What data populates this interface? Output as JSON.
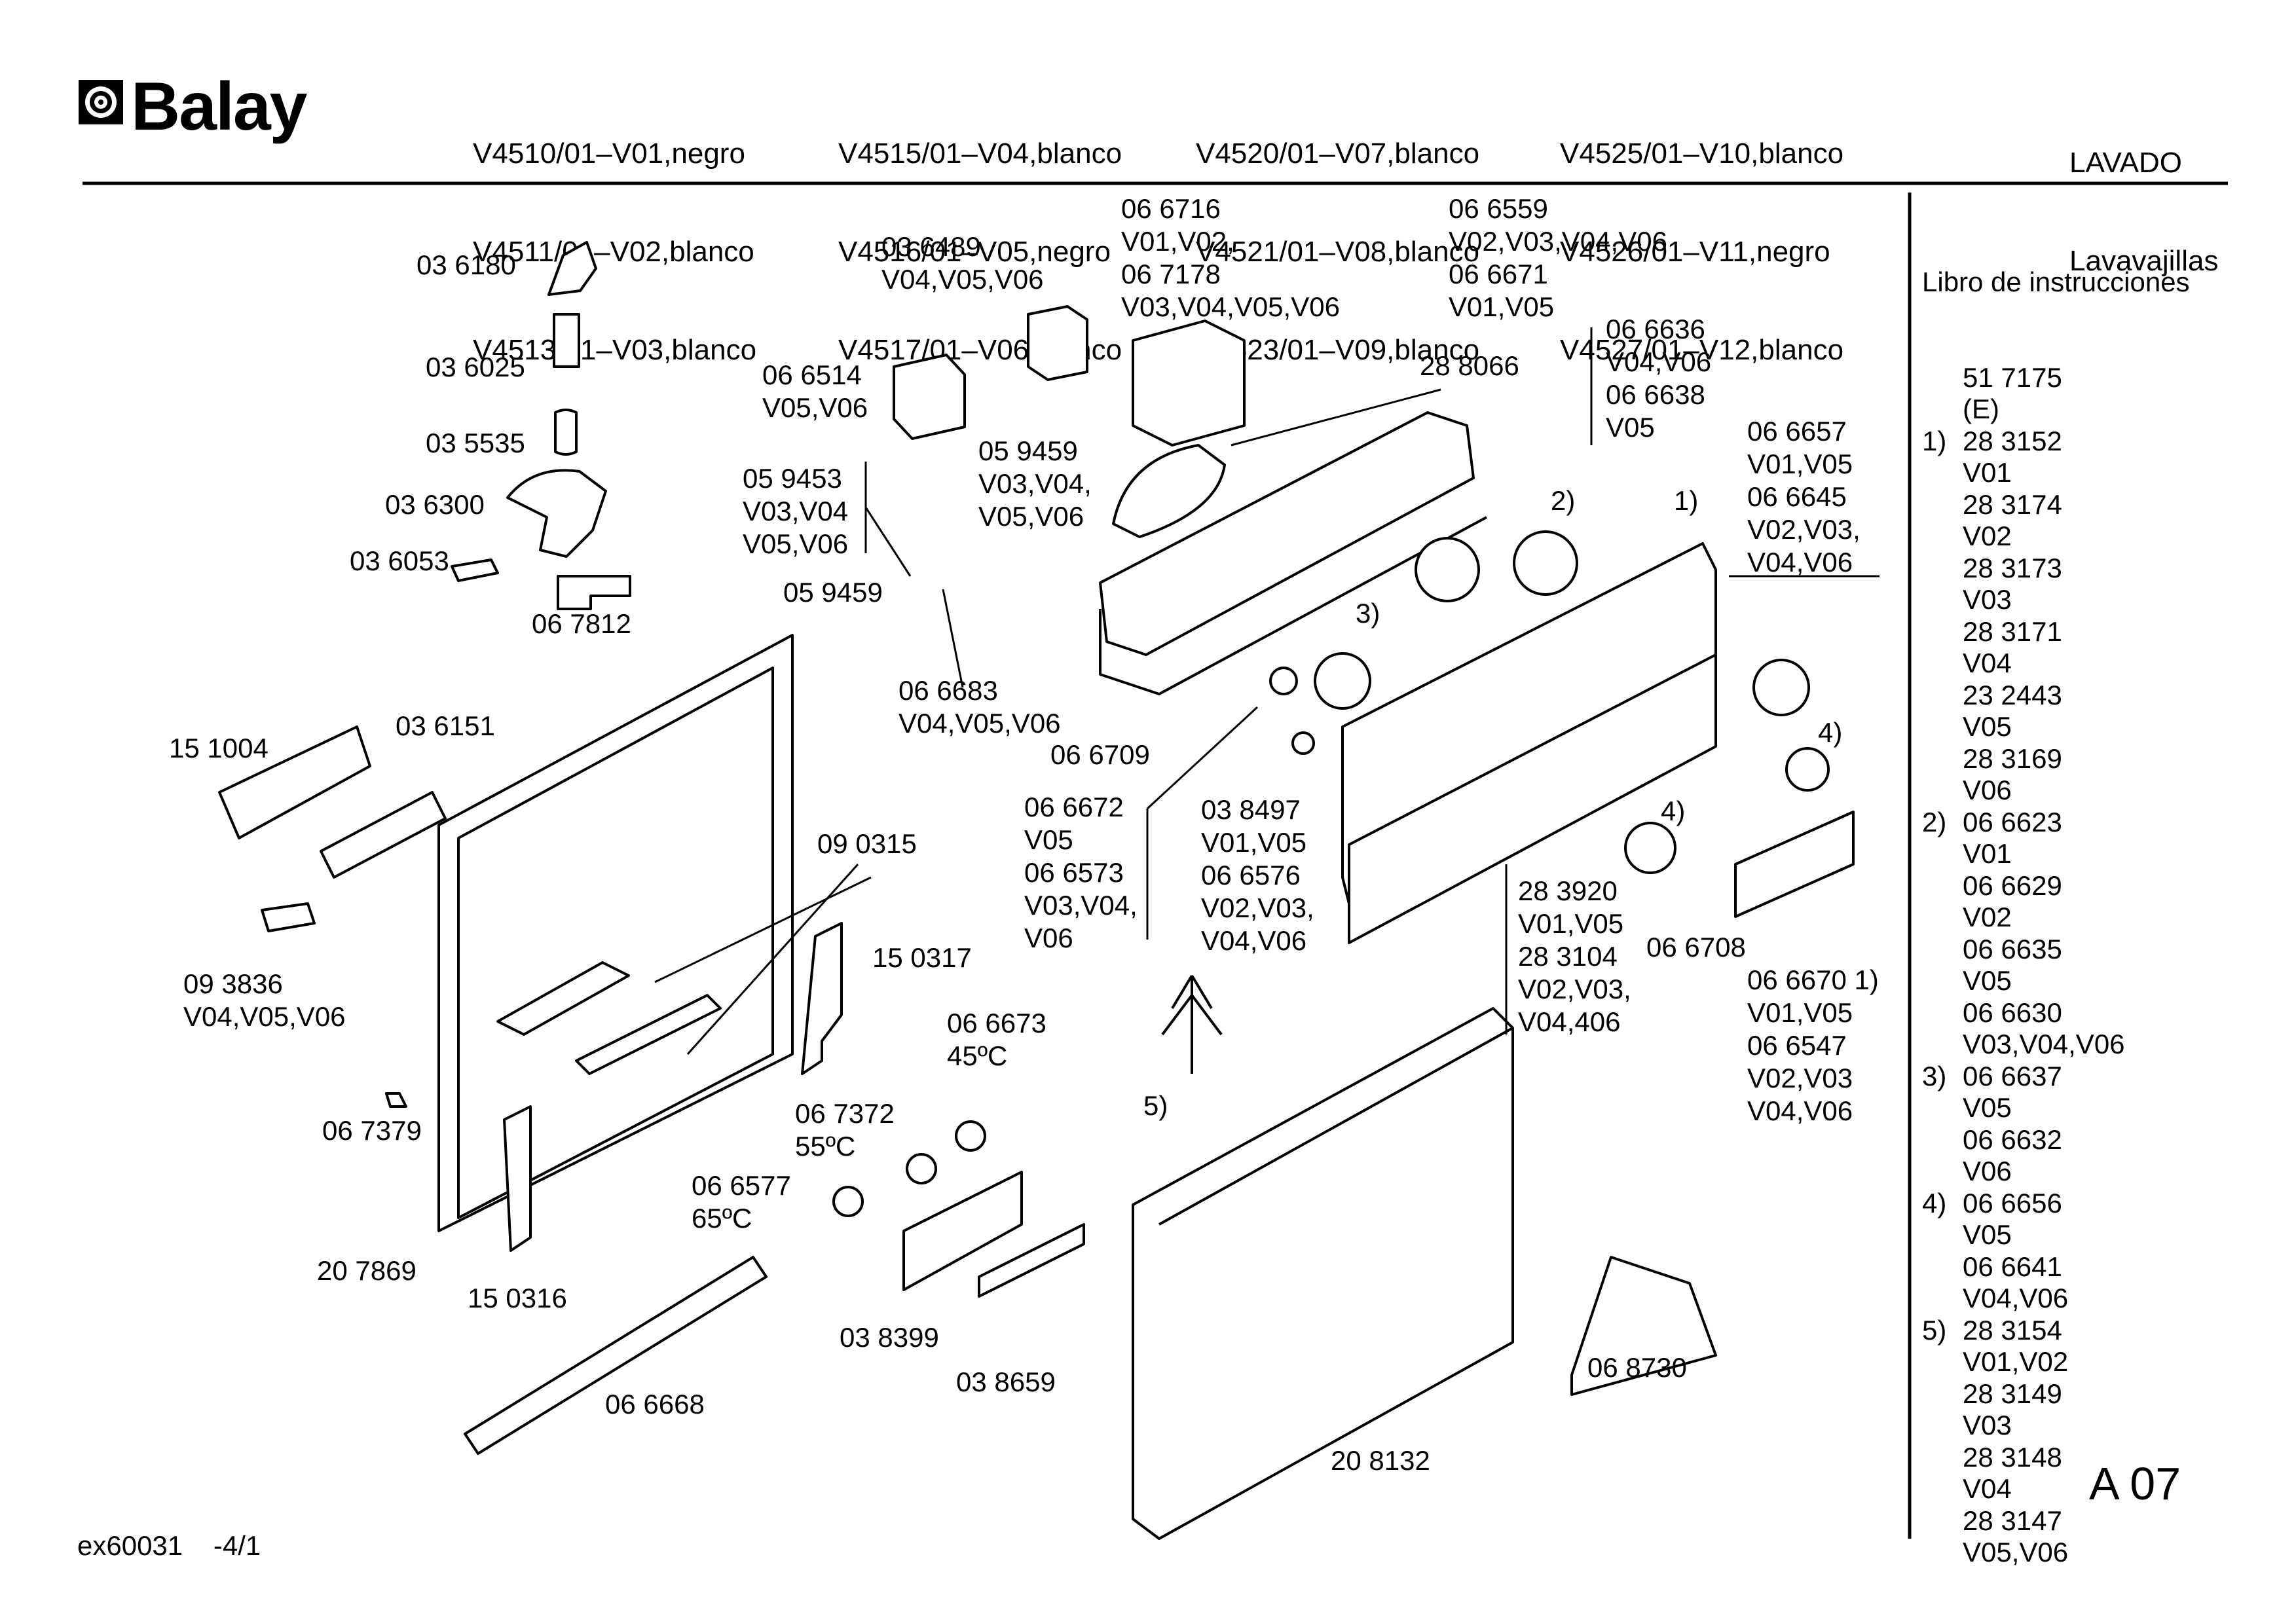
{
  "brand": "Balay",
  "models": {
    "col1": [
      "V4510/01–V01,negro",
      "V4511/01–V02,blanco",
      "V4513/01–V03,blanco"
    ],
    "col2": [
      "V4515/01–V04,blanco",
      "V4516/01–V05,negro",
      "V4517/01–V06,blanco"
    ],
    "col3": [
      "V4520/01–V07,blanco",
      "V4521/01–V08,blanco",
      "V4523/01–V09,blanco"
    ],
    "col4": [
      "V4525/01–V10,blanco",
      "V4526/01–V11,negro",
      "V4527/01–V12,blanco"
    ]
  },
  "category": {
    "line1": "LAVADO",
    "line2": "Lavavajillas"
  },
  "parts": [
    "03 6180",
    "03 6025",
    "03 5535",
    "03 6300",
    "03 6053",
    "06 7812",
    "03 6489\nV04,V05,V06",
    "06 6716\nV01,V02,\n06 7178\nV03,V04,V05,V06",
    "06 6559\nV02,V03,V04,V06\n06 6671\nV01,V05",
    "06 6514\nV05,V06",
    "28 8066",
    "06 6636\nV04,V06\n06 6638\nV05",
    "06 6657\nV01,V05\n06 6645\nV02,V03,\nV04,V06",
    "05 9453\nV03,V04\nV05,V06",
    "05 9459\nV03,V04,\nV05,V06",
    "05 9459",
    "2)",
    "1)",
    "3)",
    "06 6683\nV04,V05,V06",
    "06 6709",
    "15 1004",
    "03 6151",
    "06 6672\nV05\n06 6573\nV03,V04,\nV06",
    "03 8497\nV01,V05\n06 6576\nV02,V03,\nV04,V06",
    "4)",
    "4)",
    "09 0315",
    "28 3920\nV01,V05\n28 3104\nV02,V03,\nV04,406",
    "06 6708",
    "06 6670 1)\nV01,V05\n06 6547\nV02,V03\nV04,V06",
    "15 0317",
    "09 3836\nV04,V05,V06",
    "06 6673\n45ºC",
    "06 7372\n55ºC",
    "5)",
    "06 7379",
    "06 6577\n65ºC",
    "20 7869",
    "15 0316",
    "03 8399",
    "03 8659",
    "06 8730",
    "06 6668",
    "20 8132"
  ],
  "sidebar": {
    "title": "Libro de instrucciones",
    "rows": [
      {
        "n": "",
        "v": "51 7175"
      },
      {
        "n": "",
        "v": "(E)"
      },
      {
        "n": "1)",
        "v": "28 3152"
      },
      {
        "n": "",
        "v": "V01"
      },
      {
        "n": "",
        "v": "28 3174"
      },
      {
        "n": "",
        "v": "V02"
      },
      {
        "n": "",
        "v": "28 3173"
      },
      {
        "n": "",
        "v": "V03"
      },
      {
        "n": "",
        "v": "28 3171"
      },
      {
        "n": "",
        "v": "V04"
      },
      {
        "n": "",
        "v": "23 2443"
      },
      {
        "n": "",
        "v": "V05"
      },
      {
        "n": "",
        "v": "28 3169"
      },
      {
        "n": "",
        "v": "V06"
      },
      {
        "n": "2)",
        "v": "06 6623"
      },
      {
        "n": "",
        "v": "V01"
      },
      {
        "n": "",
        "v": "06 6629"
      },
      {
        "n": "",
        "v": "V02"
      },
      {
        "n": "",
        "v": "06 6635"
      },
      {
        "n": "",
        "v": "V05"
      },
      {
        "n": "",
        "v": "06 6630"
      },
      {
        "n": "",
        "v": "V03,V04,V06"
      },
      {
        "n": "3)",
        "v": "06 6637"
      },
      {
        "n": "",
        "v": "V05"
      },
      {
        "n": "",
        "v": "06 6632"
      },
      {
        "n": "",
        "v": "V06"
      },
      {
        "n": "4)",
        "v": "06 6656"
      },
      {
        "n": "",
        "v": "V05"
      },
      {
        "n": "",
        "v": "06 6641"
      },
      {
        "n": "",
        "v": "V04,V06"
      },
      {
        "n": "5)",
        "v": "28 3154"
      },
      {
        "n": "",
        "v": "V01,V02"
      },
      {
        "n": "",
        "v": "28 3149"
      },
      {
        "n": "",
        "v": "V03"
      },
      {
        "n": "",
        "v": "28 3148"
      },
      {
        "n": "",
        "v": "V04"
      },
      {
        "n": "",
        "v": "28 3147"
      },
      {
        "n": "",
        "v": "V05,V06"
      }
    ]
  },
  "page_code": "A 07",
  "footer": {
    "file": "ex60031",
    "page": "-4/1"
  }
}
